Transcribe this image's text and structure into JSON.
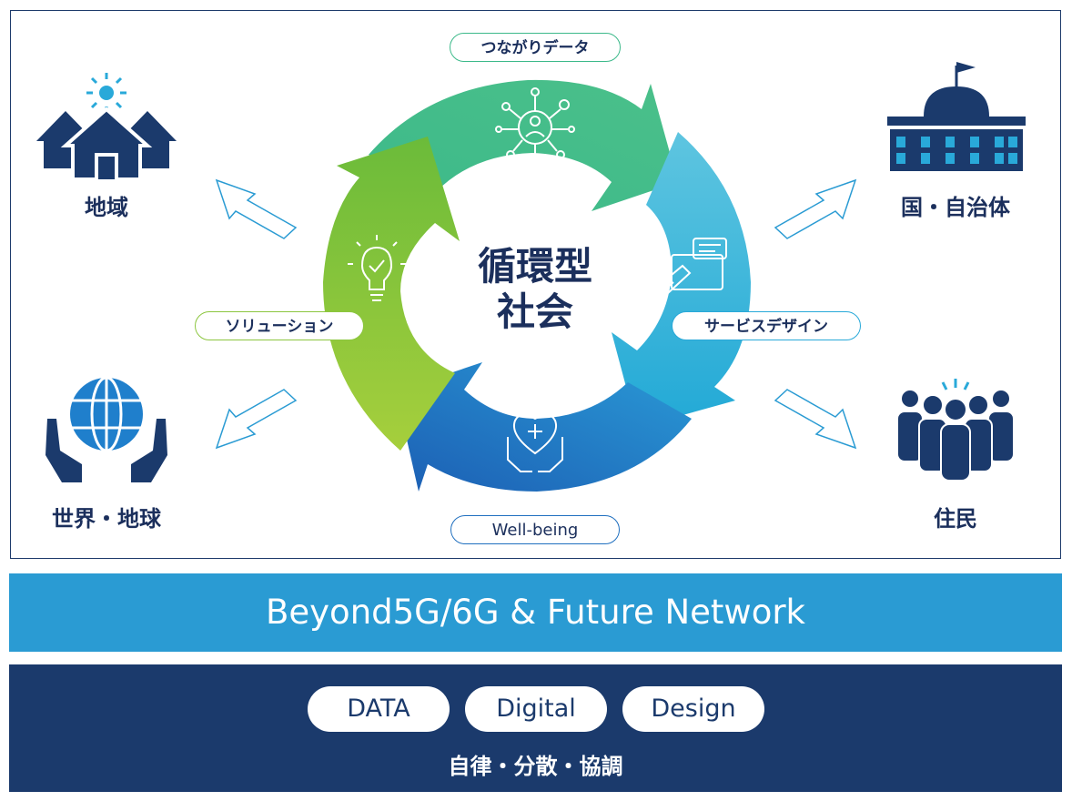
{
  "diagram": {
    "center_title_line1": "循環型",
    "center_title_line2": "社会",
    "cycle_labels": {
      "top": "つながりデータ",
      "right": "サービスデザイン",
      "bottom": "Well-being",
      "left": "ソリューション"
    },
    "stakeholders": {
      "top_left": "地域",
      "bottom_left": "世界・地球",
      "top_right": "国・自治体",
      "bottom_right": "住民"
    },
    "colors": {
      "navy": "#1b3a6c",
      "green": "#8cc63f",
      "teal": "#3cb98a",
      "cyan": "#29a9d9",
      "blue": "#1f6fbf"
    }
  },
  "network_band": {
    "label": "Beyond5G/6G & Future Network"
  },
  "foundation": {
    "buttons": [
      "DATA",
      "Digital",
      "Design"
    ],
    "caption": "自律・分散・協調"
  }
}
